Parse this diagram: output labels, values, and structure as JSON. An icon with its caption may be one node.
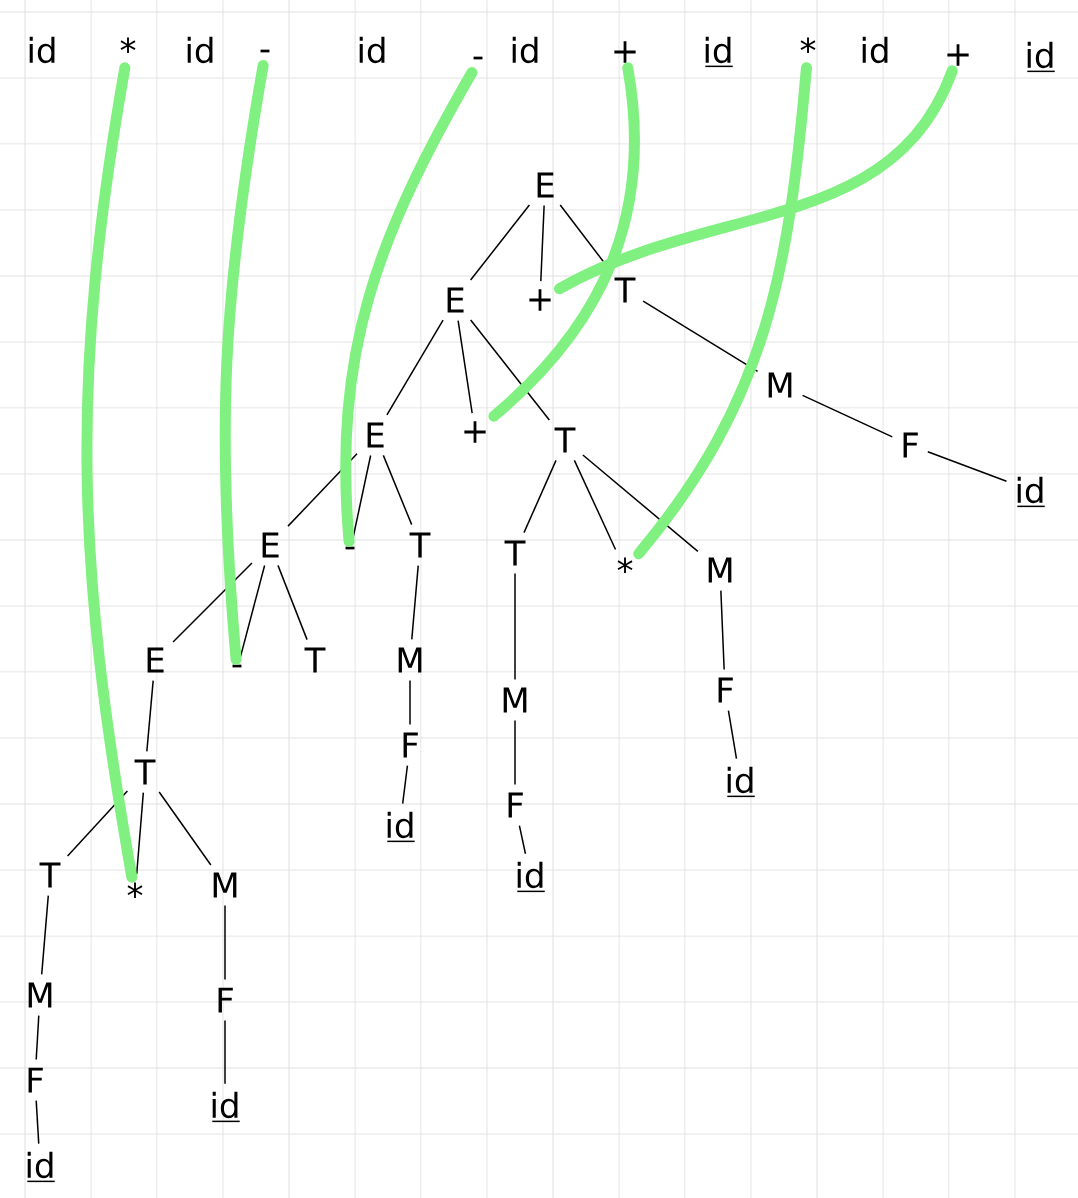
{
  "diagram": {
    "nodes": [
      {
        "text": [
          "*"
        ]
      },
      {
        "text": [
          "-"
        ]
      },
      {
        "text": [
          "-"
        ]
      },
      {
        "text": [
          "+"
        ]
      },
      {
        "text": [
          "*"
        ]
      },
      {
        "text": [
          "+"
        ]
      },
      {
        "text": [
          "E"
        ]
      },
      {
        "text": [
          "E"
        ]
      },
      {
        "text": [
          "+"
        ]
      },
      {
        "text": [
          "T"
        ]
      },
      {
        "text": [
          "M"
        ]
      },
      {
        "text": [
          "E"
        ]
      },
      {
        "text": [
          "+"
        ]
      },
      {
        "text": [
          "T"
        ]
      },
      {
        "text": [
          "F"
        ]
      },
      {
        "text": [
          "id"
        ]
      },
      {
        "text": [
          "E"
        ]
      },
      {
        "text": [
          "-"
        ]
      },
      {
        "text": [
          "T"
        ]
      },
      {
        "text": [
          "T"
        ]
      },
      {
        "text": [
          "*"
        ]
      },
      {
        "text": [
          "M"
        ]
      },
      {
        "text": [
          "E"
        ]
      },
      {
        "text": [
          "-"
        ]
      },
      {
        "text": [
          "T"
        ]
      },
      {
        "text": [
          "M"
        ]
      },
      {
        "text": [
          "F"
        ]
      },
      {
        "text": [
          "M"
        ]
      },
      {
        "text": [
          "F"
        ]
      },
      {
        "text": [
          "T"
        ]
      },
      {
        "text": [
          "id"
        ]
      },
      {
        "text": [
          "F"
        ]
      },
      {
        "text": [
          "id"
        ]
      },
      {
        "text": [
          "T"
        ]
      },
      {
        "text": [
          "*"
        ]
      },
      {
        "text": [
          "M"
        ]
      },
      {
        "text": [
          "id"
        ]
      },
      {
        "text": [
          "M"
        ]
      },
      {
        "text": [
          "F"
        ]
      },
      {
        "text": [
          "F"
        ]
      },
      {
        "text": [
          "id"
        ]
      },
      {
        "text": [
          "id"
        ]
      }
    ],
    "edges": [
      {
        "from": 6,
        "to": 7,
        "arrow": "none"
      },
      {
        "from": 6,
        "to": 8,
        "arrow": "none"
      },
      {
        "from": 6,
        "to": 9,
        "arrow": "none"
      },
      {
        "from": 7,
        "to": 11,
        "arrow": "none"
      },
      {
        "from": 7,
        "to": 12,
        "arrow": "none"
      },
      {
        "from": 7,
        "to": 13,
        "arrow": "none"
      },
      {
        "from": 9,
        "to": 10,
        "arrow": "none"
      },
      {
        "from": 10,
        "to": 14,
        "arrow": "none"
      },
      {
        "from": 14,
        "to": 15,
        "arrow": "none"
      },
      {
        "from": 11,
        "to": 16,
        "arrow": "none"
      },
      {
        "from": 11,
        "to": 17,
        "arrow": "none"
      },
      {
        "from": 11,
        "to": 18,
        "arrow": "none"
      },
      {
        "from": 13,
        "to": 19,
        "arrow": "none"
      },
      {
        "from": 13,
        "to": 20,
        "arrow": "none"
      },
      {
        "from": 13,
        "to": 21,
        "arrow": "none"
      },
      {
        "from": 16,
        "to": 22,
        "arrow": "none"
      },
      {
        "from": 16,
        "to": 23,
        "arrow": "none"
      },
      {
        "from": 16,
        "to": 24,
        "arrow": "none"
      },
      {
        "from": 18,
        "to": 25,
        "arrow": "none"
      },
      {
        "from": 25,
        "to": 28,
        "arrow": "none"
      },
      {
        "from": 28,
        "to": 32,
        "arrow": "none"
      },
      {
        "from": 19,
        "to": 27,
        "arrow": "none"
      },
      {
        "from": 27,
        "to": 31,
        "arrow": "none"
      },
      {
        "from": 31,
        "to": 36,
        "arrow": "none"
      },
      {
        "from": 21,
        "to": 26,
        "arrow": "none"
      },
      {
        "from": 26,
        "to": 30,
        "arrow": "none"
      },
      {
        "from": 22,
        "to": 29,
        "arrow": "none"
      },
      {
        "from": 29,
        "to": 33,
        "arrow": "none"
      },
      {
        "from": 29,
        "to": 34,
        "arrow": "none"
      },
      {
        "from": 29,
        "to": 35,
        "arrow": "none"
      },
      {
        "from": 33,
        "to": 37,
        "arrow": "none"
      },
      {
        "from": 37,
        "to": 39,
        "arrow": "none"
      },
      {
        "from": 39,
        "to": 41,
        "arrow": "none"
      },
      {
        "from": 35,
        "to": 38,
        "arrow": "none"
      },
      {
        "from": 38,
        "to": 40,
        "arrow": "none"
      },
      {
        "from": 0,
        "to": 34,
        "arrow": "none",
        "style": "thick",
        "color": "#80f080"
      },
      {
        "from": 1,
        "to": 23,
        "arrow": "none",
        "style": "thick",
        "color": "#80f080"
      },
      {
        "from": 2,
        "to": 17,
        "arrow": "none",
        "style": "thick",
        "color": "#80f080"
      },
      {
        "from": 3,
        "to": 12,
        "arrow": "none",
        "style": "thick",
        "color": "#80f080"
      },
      {
        "from": 4,
        "to": 20,
        "arrow": "none",
        "style": "thick",
        "color": "#80f080"
      },
      {
        "from": 5,
        "to": 8,
        "arrow": "none",
        "style": "thick",
        "color": "#80f080"
      }
    ],
    "labels": [
      "id",
      "id",
      "id",
      "id",
      "id",
      "id",
      "id"
    ]
  }
}
